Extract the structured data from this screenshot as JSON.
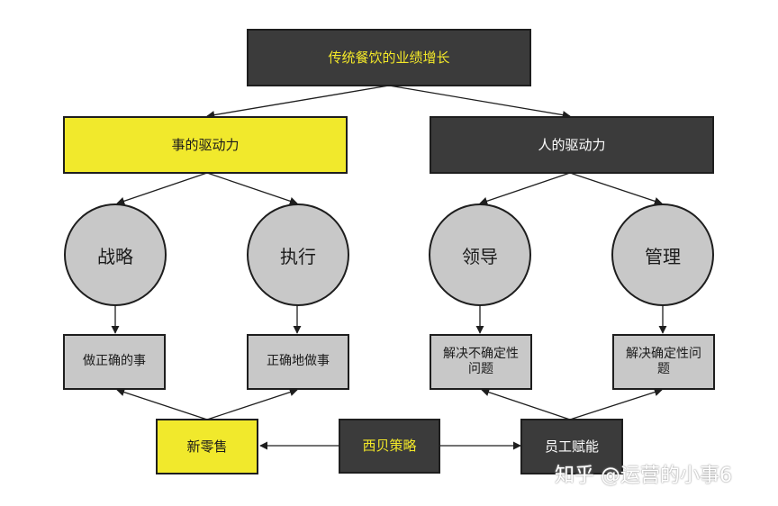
{
  "nodes": {
    "root": "传统餐饮的业绩增长",
    "thing_drive": "事的驱动力",
    "people_drive": "人的驱动力",
    "strategy": "战略",
    "execution": "执行",
    "leadership": "领导",
    "management": "管理",
    "do_right_thing": "做正确的事",
    "do_thing_right": "正确地做事",
    "solve_uncertain": "解决不确定性问题",
    "solve_certain": "解决确定性问题",
    "new_retail": "新零售",
    "xibei_strategy": "西贝策略",
    "staff_empower": "员工赋能"
  },
  "watermark": "知乎 @运营的小事6",
  "colors": {
    "dark": "#3b3b3b",
    "yellow": "#f1e92c",
    "grey": "#c8c8c8",
    "title_text": "#f3e829"
  }
}
